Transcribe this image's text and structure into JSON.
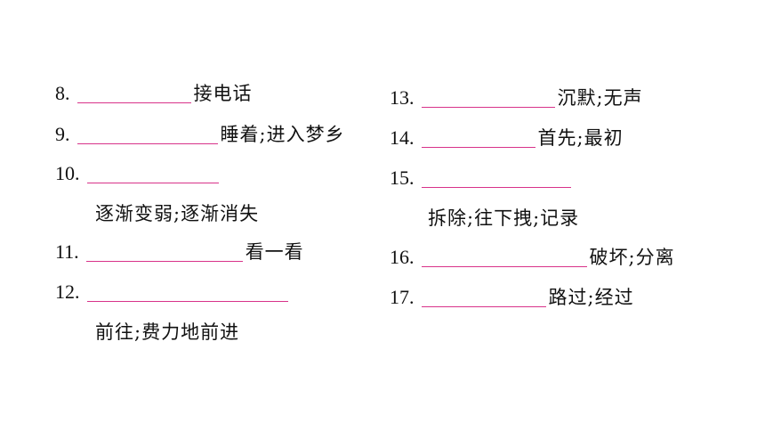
{
  "left_column": [
    {
      "num": "8.",
      "meaning": "接电话"
    },
    {
      "num": "9.",
      "meaning": "睡着;进入梦乡"
    },
    {
      "num": "10.",
      "meaning": "逐渐变弱;逐渐消失"
    },
    {
      "num": "11.",
      "meaning": "看一看"
    },
    {
      "num": "12.",
      "meaning": "前往;费力地前进"
    }
  ],
  "right_column": [
    {
      "num": "13.",
      "meaning": "沉默;无声"
    },
    {
      "num": "14.",
      "meaning": "首先;最初"
    },
    {
      "num": "15.",
      "meaning": "拆除;往下拽;记录"
    },
    {
      "num": "16.",
      "meaning": "破坏;分离"
    },
    {
      "num": "17.",
      "meaning": "路过;经过"
    }
  ],
  "colors": {
    "blank_line": "#d8338a",
    "text": "#111111"
  }
}
